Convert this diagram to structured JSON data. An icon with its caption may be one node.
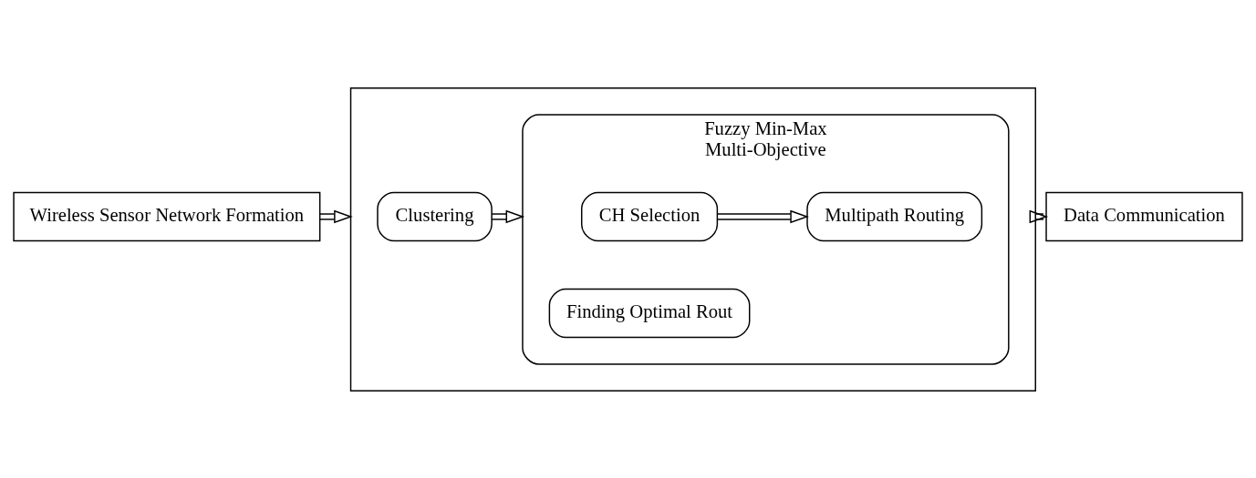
{
  "diagram": {
    "nodes": [
      {
        "text": [],
        "shape": "box"
      },
      {
        "text": [
          "Wireless Sensor Network Formation"
        ]
      },
      {
        "text": [
          "Clustering"
        ],
        "in": 0
      },
      {
        "text": [
          "Fuzzy Min-Max",
          "Multi-Objective"
        ],
        "in": 0
      },
      {
        "text": [
          "CH Selection"
        ],
        "in": 3
      },
      {
        "text": [
          "Multipath Routing"
        ],
        "in": 3
      },
      {
        "text": [
          "Finding Optimal Rout"
        ],
        "in": 3
      },
      {
        "text": [
          "Data Communication"
        ]
      }
    ],
    "edges": [
      {
        "from": 1,
        "to": 0,
        "arrow": "to"
      },
      {
        "from": 2,
        "to": 3,
        "arrow": "to"
      },
      {
        "from": 4,
        "to": 5,
        "arrow": "to"
      },
      {
        "from": 0,
        "to": 7,
        "arrow": "to"
      }
    ]
  }
}
